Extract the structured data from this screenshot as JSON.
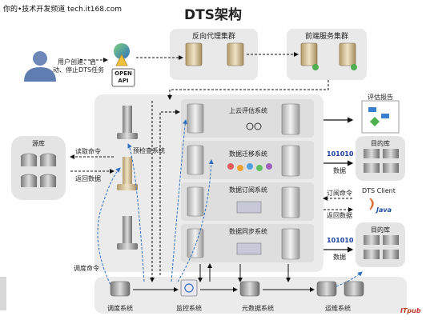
{
  "watermark": "你的•技术开发频道 tech.it168.com",
  "title": "DTS架构",
  "user": {
    "label_line1": "用户创建、启",
    "label_line2": "动、停止DTS任务"
  },
  "api": {
    "label_line1": "OPEN",
    "label_line2": "API"
  },
  "clusters": {
    "reverse_proxy": "反向代理集群",
    "frontend": "前端服务集群"
  },
  "source_db": {
    "label": "源库",
    "read_cmd": "读取命令",
    "return_data": "返回数据"
  },
  "precheck": {
    "label": "预检查系统"
  },
  "systems": {
    "cloud_eval": "上云评估系统",
    "migration": "数据迁移系统",
    "subscription": "数据订阅系统",
    "sync": "数据同步系统"
  },
  "right": {
    "eval_report": "评估报告",
    "target_db_1": "目的库",
    "binary_1": "101010",
    "data_1": "数据",
    "subscribe_cmd": "订阅命令",
    "return_data_2": "返回数据",
    "dts_client": "DTS Client",
    "java": "Java",
    "target_db_2": "目的库",
    "binary_2": "101010",
    "data_2": "数据"
  },
  "bottom": {
    "dispatch_cmd": "调度命令",
    "scheduler": "调度系统",
    "monitor": "监控系统",
    "metadata": "元数据系统",
    "ops": "运维系统"
  },
  "logo": "ITpub"
}
